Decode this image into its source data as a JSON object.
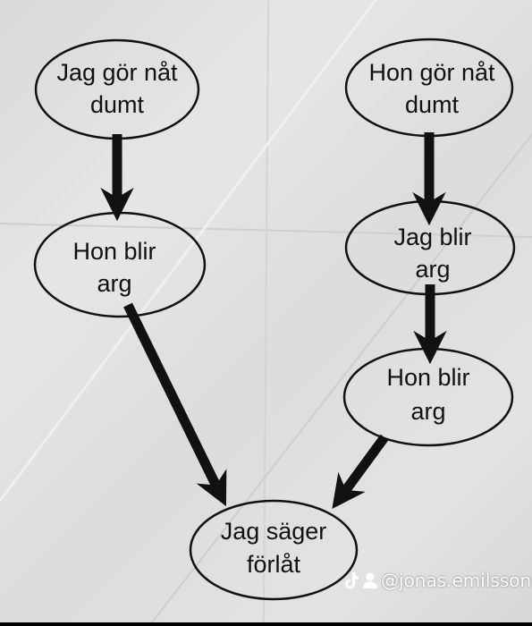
{
  "nodes": {
    "a": {
      "line1": "Jag gör nåt",
      "line2": "dumt"
    },
    "b": {
      "line1": "Hon gör nåt",
      "line2": "dumt"
    },
    "c": {
      "line1": "Hon blir",
      "line2": "arg"
    },
    "d": {
      "line1": "Jag blir",
      "line2": "arg"
    },
    "e": {
      "line1": "Hon blir",
      "line2": "arg"
    },
    "f": {
      "line1": "Jag säger",
      "line2": "förlåt"
    }
  },
  "edges": [
    {
      "from": "a",
      "to": "c"
    },
    {
      "from": "b",
      "to": "d"
    },
    {
      "from": "d",
      "to": "e"
    },
    {
      "from": "c",
      "to": "f"
    },
    {
      "from": "e",
      "to": "f"
    }
  ],
  "watermark": {
    "icons": [
      "tiktok-icon",
      "person-icon"
    ],
    "handle": "@jonas.emilsson"
  },
  "colors": {
    "ink": "#111111",
    "paper": "#e0e0e0",
    "frame": "#000000",
    "watermark_text": "#ffffff"
  }
}
